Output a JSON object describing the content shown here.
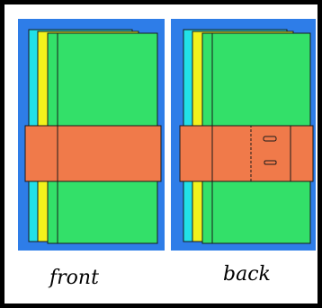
{
  "captions": {
    "front": "front",
    "back": "back"
  },
  "colors": {
    "frame": "#000000",
    "panel_background": "#2e7de8",
    "cyan_layer": "#22e0e8",
    "yellow_layer": "#f2f21c",
    "green_layer": "#33e069",
    "band": "#f07a4a",
    "outline": "#1a1a1a"
  },
  "illustrations": [
    {
      "view": "front",
      "layers": [
        "cyan",
        "yellow",
        "green"
      ],
      "band": true,
      "slots": 0
    },
    {
      "view": "back",
      "layers": [
        "cyan",
        "yellow",
        "green"
      ],
      "band": true,
      "slots": 2
    }
  ]
}
